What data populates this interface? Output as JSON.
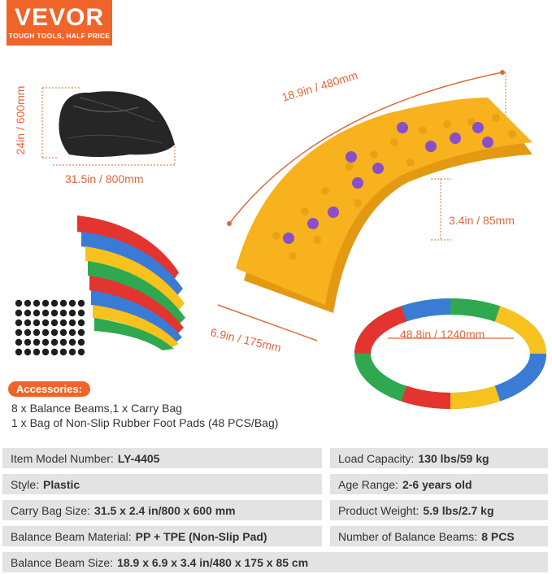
{
  "brand": {
    "name": "VEVOR",
    "tagline": "TOUGH TOOLS, HALF PRICE"
  },
  "dimensions": {
    "bag_height": "24in / 600mm",
    "bag_width": "31.5in / 800mm",
    "beam_length": "18.9in / 480mm",
    "beam_height": "3.4in / 85mm",
    "beam_width": "6.9in / 175mm",
    "ring_diameter": "48.8in / 1240mm"
  },
  "accessories": {
    "title": "Accessories:",
    "items": [
      "8 x Balance Beams,1 x Carry Bag",
      "1 x Bag of Non-Slip Rubber Foot Pads (48 PCS/Bag)"
    ]
  },
  "specs": [
    {
      "label": "Item Model Number:",
      "value": "LY-4405"
    },
    {
      "label": "Load Capacity:",
      "value": "130 lbs/59 kg"
    },
    {
      "label": "Style:",
      "value": "Plastic"
    },
    {
      "label": "Age Range:",
      "value": "2-6 years old"
    },
    {
      "label": "Carry Bag Size:",
      "value": "31.5 x 2.4 in/800 x 600 mm"
    },
    {
      "label": "Product Weight:",
      "value": "5.9 lbs/2.7 kg"
    },
    {
      "label": "Balance Beam Material:",
      "value": "PP + TPE (Non-Slip Pad)"
    },
    {
      "label": "Number of Balance Beams:",
      "value": "8 PCS"
    },
    {
      "label": "Balance Beam Size:",
      "value": "18.9 x 6.9 x 3.4 in/480 x 175 x 85 cm"
    }
  ],
  "colors": {
    "accent": "#f0642a",
    "beam_yellow": "#f7b21e",
    "heart_purple": "#8a4fc8",
    "spec_bg": "#e3e3e3"
  }
}
